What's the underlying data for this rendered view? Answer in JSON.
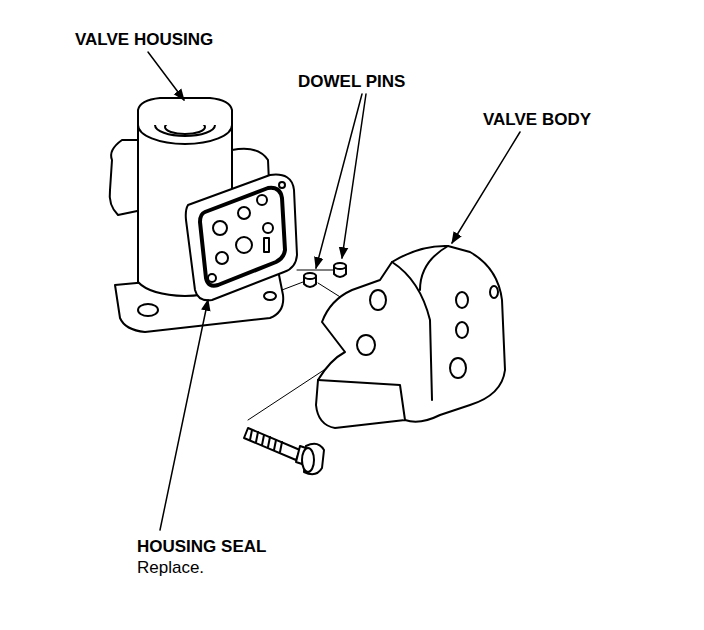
{
  "diagram": {
    "labels": [
      "VALVE HOUSING",
      "DOWEL PINS",
      "VALVE BODY",
      "HOUSING SEAL",
      "Replace."
    ]
  }
}
